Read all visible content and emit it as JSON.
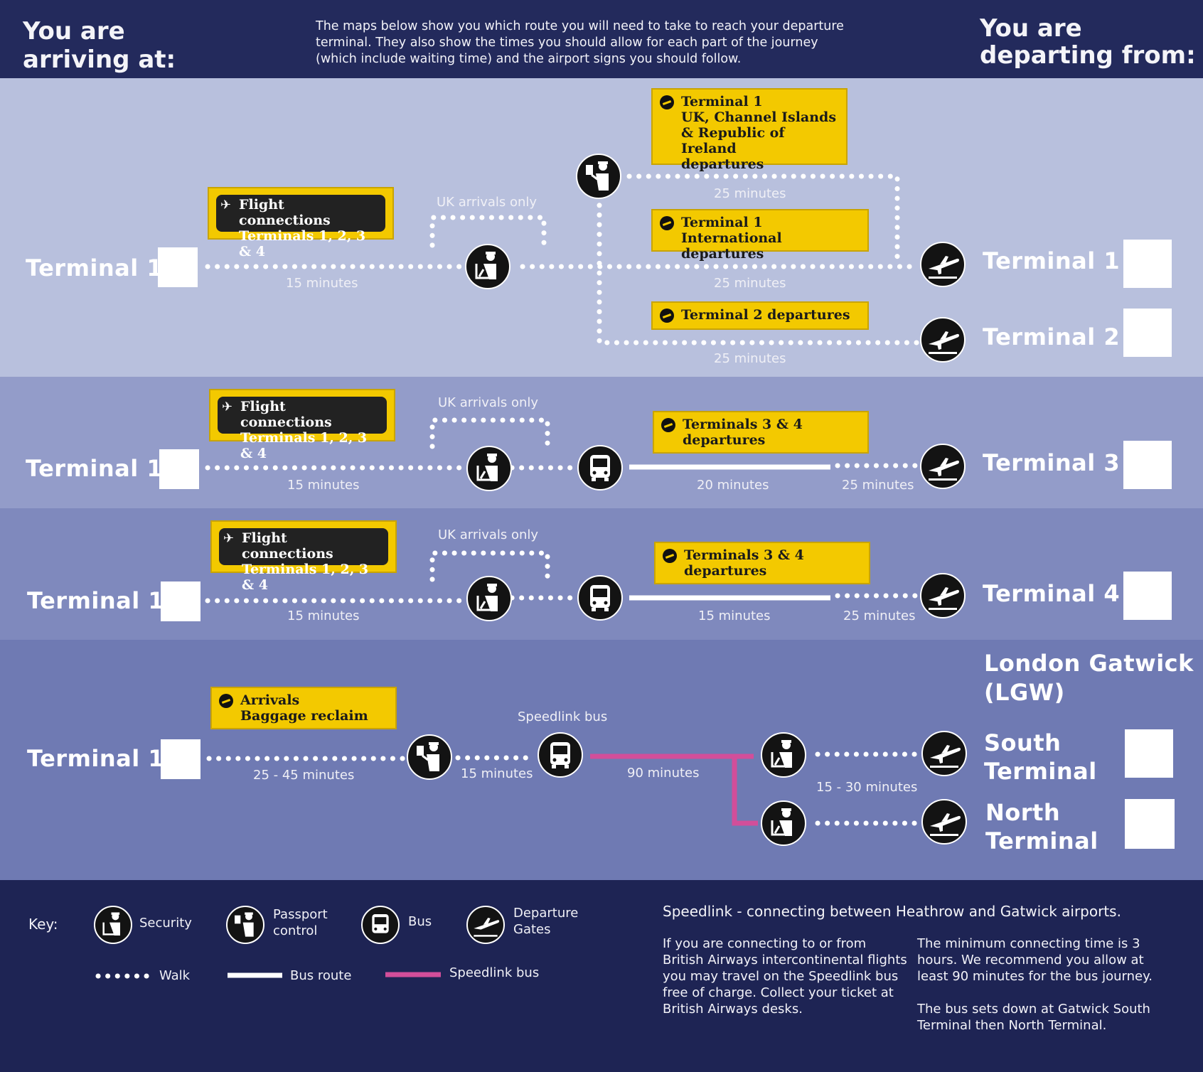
{
  "header": {
    "arriving": [
      "You are",
      "arriving at:"
    ],
    "departing": [
      "You are",
      "departing from:"
    ],
    "intro": [
      "The maps below show you which route you will need to take to reach your departure",
      "terminal. They also show the times you should allow for each part of the journey",
      "(which include waiting time) and the airport signs you should follow."
    ]
  },
  "colors": {
    "header": "#232a5c",
    "band1": "#b7bfdc",
    "band2": "#8f98c6",
    "band3": "#7d87bc",
    "band4": "#6f79b1",
    "sign": "#f3c900",
    "speedlink": "#d24e9a",
    "footer": "#1e2454"
  },
  "route1": {
    "from": "Terminal 1",
    "sign_fc": [
      "Flight connections",
      "Terminals 1, 2, 3 & 4"
    ],
    "uk_only": "UK arrivals only",
    "walk_time": "15 minutes",
    "sign_t1uk": [
      "Terminal 1",
      "UK, Channel Islands",
      "& Republic of Ireland",
      "departures"
    ],
    "sign_t1int": [
      "Terminal 1",
      "International departures"
    ],
    "sign_t2": [
      "Terminal 2 departures"
    ],
    "time_uk": "25 minutes",
    "time_int": "25 minutes",
    "time_t2": "25 minutes",
    "dest1": "Terminal 1",
    "dest2": "Terminal 2"
  },
  "route2": {
    "from": "Terminal 1",
    "sign_fc": [
      "Flight connections",
      "Terminals 1, 2, 3 & 4"
    ],
    "uk_only": "UK arrivals only",
    "walk_time": "15 minutes",
    "sign_dep": [
      "Terminals 3 & 4",
      "departures"
    ],
    "bus_time": "20 minutes",
    "walk2_time": "25 minutes",
    "dest": "Terminal 3"
  },
  "route3": {
    "from": "Terminal 1",
    "sign_fc": [
      "Flight connections",
      "Terminals 1, 2, 3 & 4"
    ],
    "uk_only": "UK arrivals only",
    "walk_time": "15 minutes",
    "sign_dep": [
      "Terminals 3 & 4",
      "departures"
    ],
    "bus_time": "15 minutes",
    "walk2_time": "25 minutes",
    "dest": "Terminal 4"
  },
  "route4": {
    "from": "Terminal 1",
    "sign_arr": [
      "Arrivals",
      "Baggage reclaim"
    ],
    "walk_time": "25 - 45 minutes",
    "walk2_time": "15 minutes",
    "bus_label": "Speedlink bus",
    "bus_time": "90 minutes",
    "walk3_time": "15 - 30 minutes",
    "airport": [
      "London Gatwick",
      "(LGW)"
    ],
    "dest1": [
      "South",
      "Terminal"
    ],
    "dest2": [
      "North",
      "Terminal"
    ]
  },
  "key": {
    "title": "Key:",
    "security": "Security",
    "passport": [
      "Passport",
      "control"
    ],
    "bus": "Bus",
    "gates": [
      "Departure",
      "Gates"
    ],
    "walk": "Walk",
    "bus_route": "Bus route",
    "speedlink": "Speedlink bus"
  },
  "speedlink_info": {
    "title": "Speedlink - connecting between Heathrow and Gatwick airports.",
    "col1": [
      "If you are connecting to or from",
      "British Airways intercontinental flights",
      "you may travel on the Speedlink bus",
      "free of charge. Collect your ticket at",
      "British Airways desks."
    ],
    "col2a": [
      "The minimum connecting time is 3",
      "hours. We recommend you allow at",
      "least 90 minutes for the bus journey."
    ],
    "col2b": [
      "The bus sets down at Gatwick South",
      "Terminal then North Terminal."
    ]
  }
}
